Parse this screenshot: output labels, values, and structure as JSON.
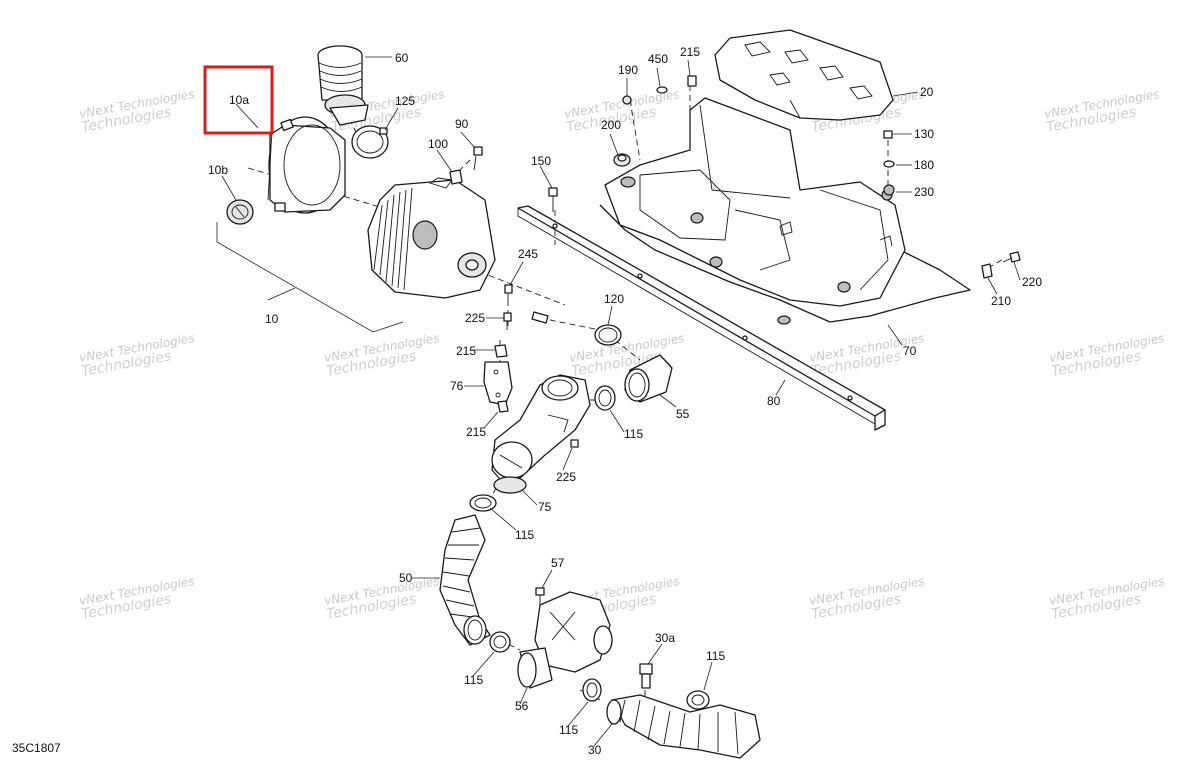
{
  "diagram": {
    "code": "35C1807",
    "watermark_line1": "vNext Technologies",
    "watermark_line2": "Technologies",
    "highlight_color": "#d41f1f",
    "callouts": {
      "c10a": "10a",
      "c10b": "10b",
      "c10": "10",
      "c60": "60",
      "c125": "125",
      "c90": "90",
      "c100": "100",
      "c190": "190",
      "c450": "450",
      "c215a": "215",
      "c20": "20",
      "c200": "200",
      "c130": "130",
      "c180": "180",
      "c230": "230",
      "c150": "150",
      "c245": "245",
      "c220": "220",
      "c210": "210",
      "c120": "120",
      "c225a": "225",
      "c215b": "215",
      "c76": "76",
      "c70": "70",
      "c55": "55",
      "c80": "80",
      "c215c": "215",
      "c115a": "115",
      "c225b": "225",
      "c75": "75",
      "c115b": "115",
      "c57": "57",
      "c50": "50",
      "c30a": "30a",
      "c115c": "115",
      "c115d": "115",
      "c56": "56",
      "c115e": "115",
      "c30": "30"
    }
  }
}
